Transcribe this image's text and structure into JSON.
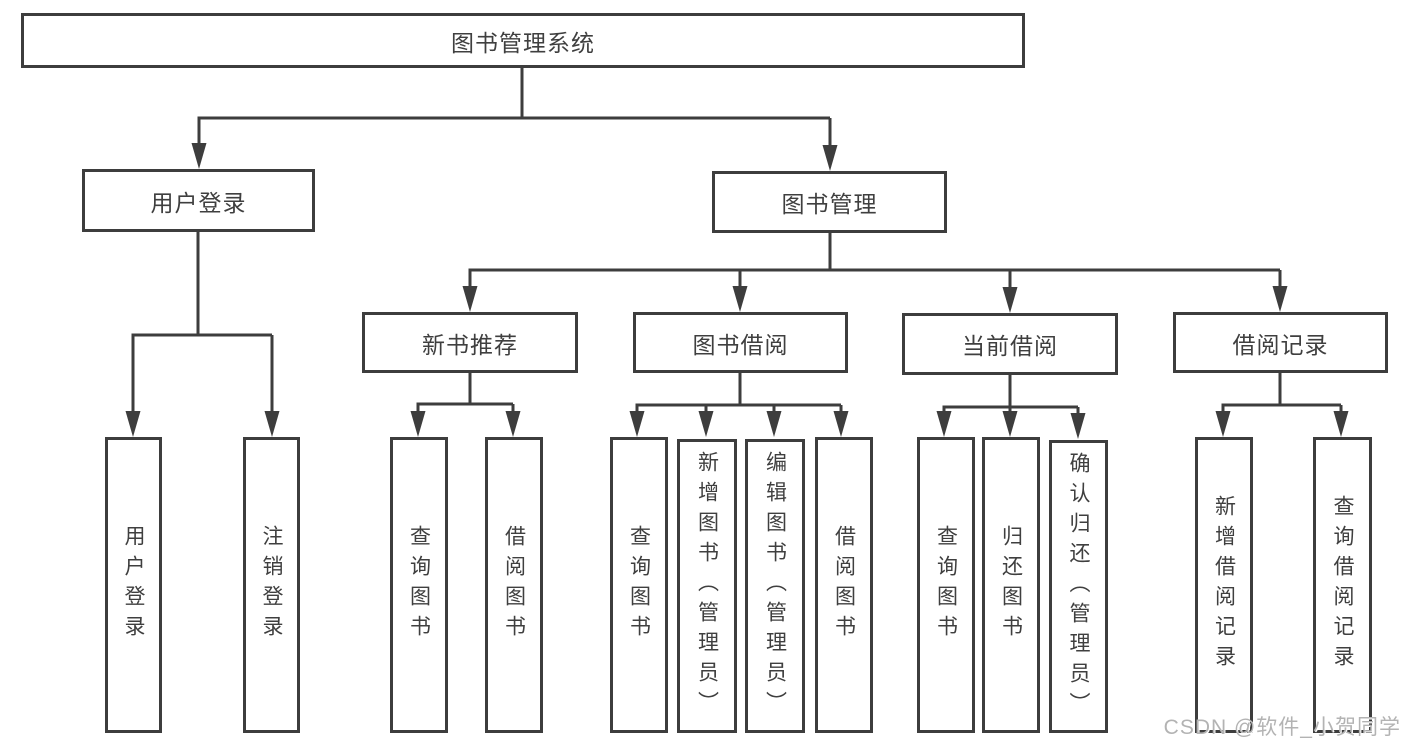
{
  "title": "图书管理系统",
  "watermark": "CSDN @软件_小贺同学",
  "colors": {
    "line": "#3d3d3d",
    "border": "#3d3d3d",
    "text": "#3f3f3f",
    "watermark": "#b3b3b3",
    "background": "#ffffff"
  },
  "tree": {
    "root": {
      "label": "图书管理系统",
      "children": [
        {
          "label": "用户登录",
          "children": [
            {
              "label": "用户登录"
            },
            {
              "label": "注销登录"
            }
          ]
        },
        {
          "label": "图书管理",
          "children": [
            {
              "label": "新书推荐",
              "children": [
                {
                  "label": "查询图书"
                },
                {
                  "label": "借阅图书"
                }
              ]
            },
            {
              "label": "图书借阅",
              "children": [
                {
                  "label": "查询图书"
                },
                {
                  "label": "新增图书（管理员）"
                },
                {
                  "label": "编辑图书（管理员）"
                },
                {
                  "label": "借阅图书"
                }
              ]
            },
            {
              "label": "当前借阅",
              "children": [
                {
                  "label": "查询图书"
                },
                {
                  "label": "归还图书"
                },
                {
                  "label": "确认归还（管理员）"
                }
              ]
            },
            {
              "label": "借阅记录",
              "children": [
                {
                  "label": "新增借阅记录"
                },
                {
                  "label": "查询借阅记录"
                }
              ]
            }
          ]
        }
      ]
    }
  }
}
